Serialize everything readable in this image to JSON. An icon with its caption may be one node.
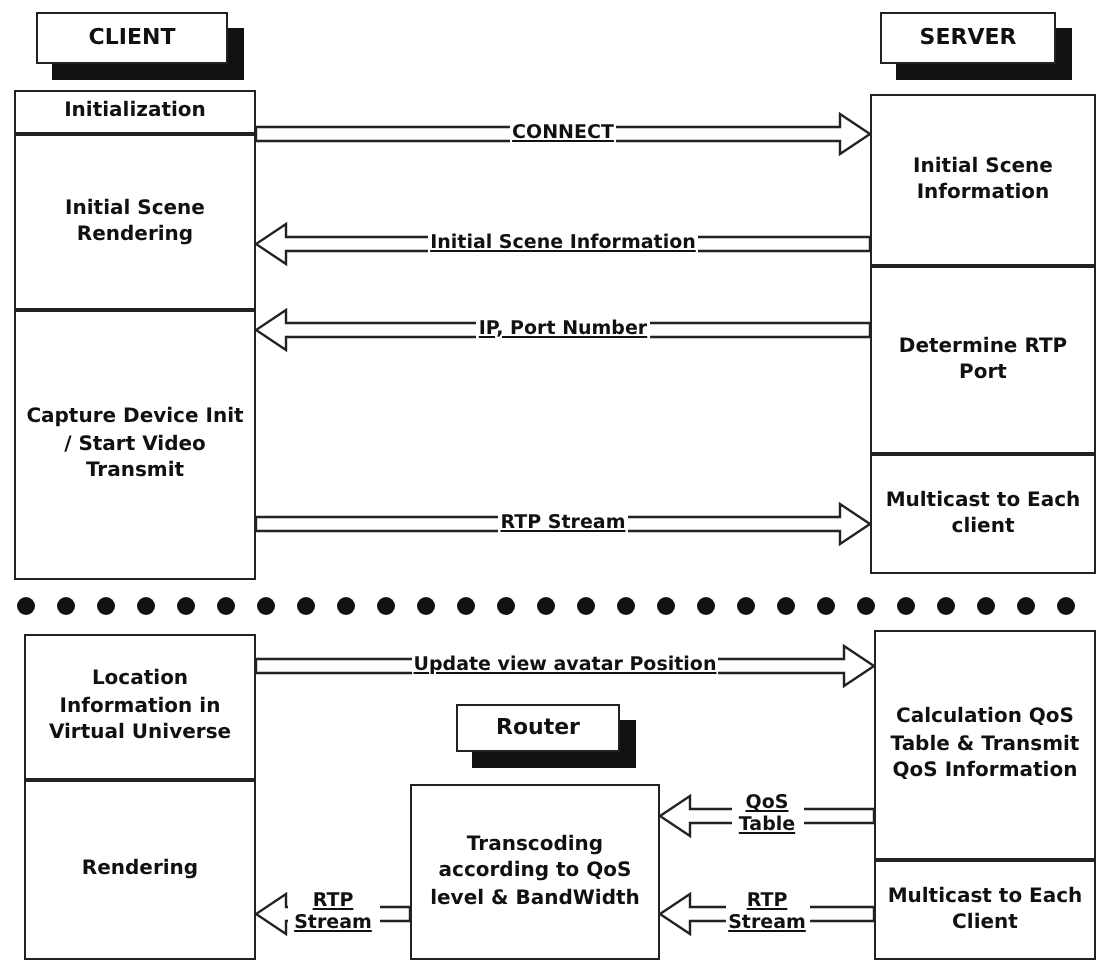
{
  "diagram": {
    "nodes": [
      {
        "text": [
          "CLIENT"
        ]
      },
      {
        "text": [
          "SERVER"
        ]
      },
      {
        "text": [
          "Initialization"
        ]
      },
      {
        "text": [
          "Initial Scene Rendering"
        ]
      },
      {
        "text": [
          "Capture Device Init / Start Video Transmit"
        ]
      },
      {
        "text": [
          "Initial Scene Information"
        ]
      },
      {
        "text": [
          "Determine RTP Port"
        ]
      },
      {
        "text": [
          "Multicast to Each client"
        ]
      },
      {
        "text": [
          "Location Information in Virtual Universe"
        ]
      },
      {
        "text": [
          "Router"
        ]
      },
      {
        "text": [
          "Transcoding according to QoS level & BandWidth"
        ]
      },
      {
        "text": [
          "Calculation QoS Table & Transmit QoS Information"
        ]
      },
      {
        "text": [
          "Rendering"
        ]
      },
      {
        "text": [
          "Multicast to Each Client"
        ]
      }
    ],
    "edges": [
      {
        "from": 2,
        "to": 5,
        "arrow": "to",
        "label": "CONNECT"
      },
      {
        "from": 5,
        "to": 3,
        "arrow": "to",
        "label": "Initial Scene Information"
      },
      {
        "from": 6,
        "to": 4,
        "arrow": "to",
        "label": "IP, Port Number"
      },
      {
        "from": 4,
        "to": 7,
        "arrow": "to",
        "label": "RTP Stream"
      },
      {
        "from": 8,
        "to": 11,
        "arrow": "to",
        "label": "Update view avatar Position"
      },
      {
        "from": 11,
        "to": 10,
        "arrow": "to",
        "label": "QoS Table"
      },
      {
        "from": 13,
        "to": 10,
        "arrow": "to",
        "label": "RTP Stream"
      },
      {
        "from": 10,
        "to": 12,
        "arrow": "to",
        "label": "RTP Stream"
      }
    ]
  }
}
